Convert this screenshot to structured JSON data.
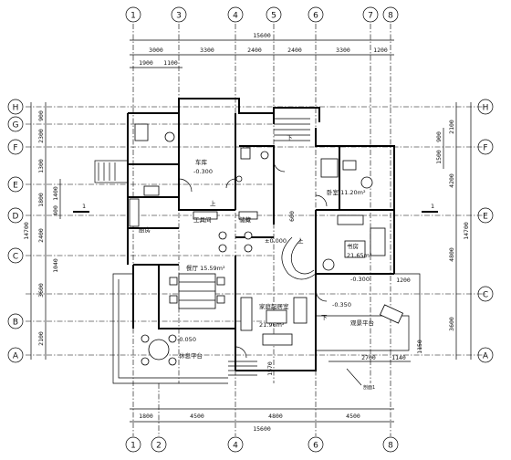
{
  "axes": {
    "top": [
      "1",
      "3",
      "4",
      "5",
      "6",
      "7",
      "8"
    ],
    "bottom": [
      "1",
      "2",
      "4",
      "6",
      "8"
    ],
    "left": [
      "H",
      "G",
      "F",
      "E",
      "D",
      "C",
      "B",
      "A"
    ],
    "right": [
      "H",
      "F",
      "E",
      "C",
      "A"
    ]
  },
  "dimensions": {
    "top_total": "15600",
    "top_segments": [
      "3000",
      "3300",
      "2400",
      "2400",
      "3300",
      "1200"
    ],
    "top_sub": [
      "1900",
      "1100"
    ],
    "bottom_total": "15600",
    "bottom_segments": [
      "1800",
      "4500",
      "4800",
      "4500"
    ],
    "left_total": "14700",
    "left_segments": [
      "900",
      "2300",
      "1300",
      "1800",
      "2400",
      "1040",
      "3600",
      "2100"
    ],
    "left_sub": [
      "1400",
      "400"
    ],
    "right_total": "14700",
    "right_segments": [
      "2100",
      "4200",
      "4800",
      "3600"
    ],
    "right_sub": [
      "900",
      "1500"
    ],
    "misc": [
      "1200",
      "2700",
      "1140",
      "1570",
      "1150",
      "600"
    ]
  },
  "rooms": {
    "garage": "车库",
    "garage_level": "-0.300",
    "tool_room": "工具间",
    "storage": "储藏",
    "hall_level": "±0.000",
    "bedroom_area": "卧室  11.20m²",
    "study": "书房",
    "study_area": "21.65m²",
    "study_level": "-0.300",
    "kitchen": "厨房",
    "dining": "餐厅  15.59m²",
    "living": "家庭起居室",
    "living_area": "21.96m²",
    "terrace_level": "-0.050",
    "terrace": "休息平台",
    "platform_level": "-0.350",
    "viewing_terrace": "观景平台",
    "up": "上",
    "down": "下",
    "section_mark": "1",
    "section_tag": "剖面1"
  }
}
